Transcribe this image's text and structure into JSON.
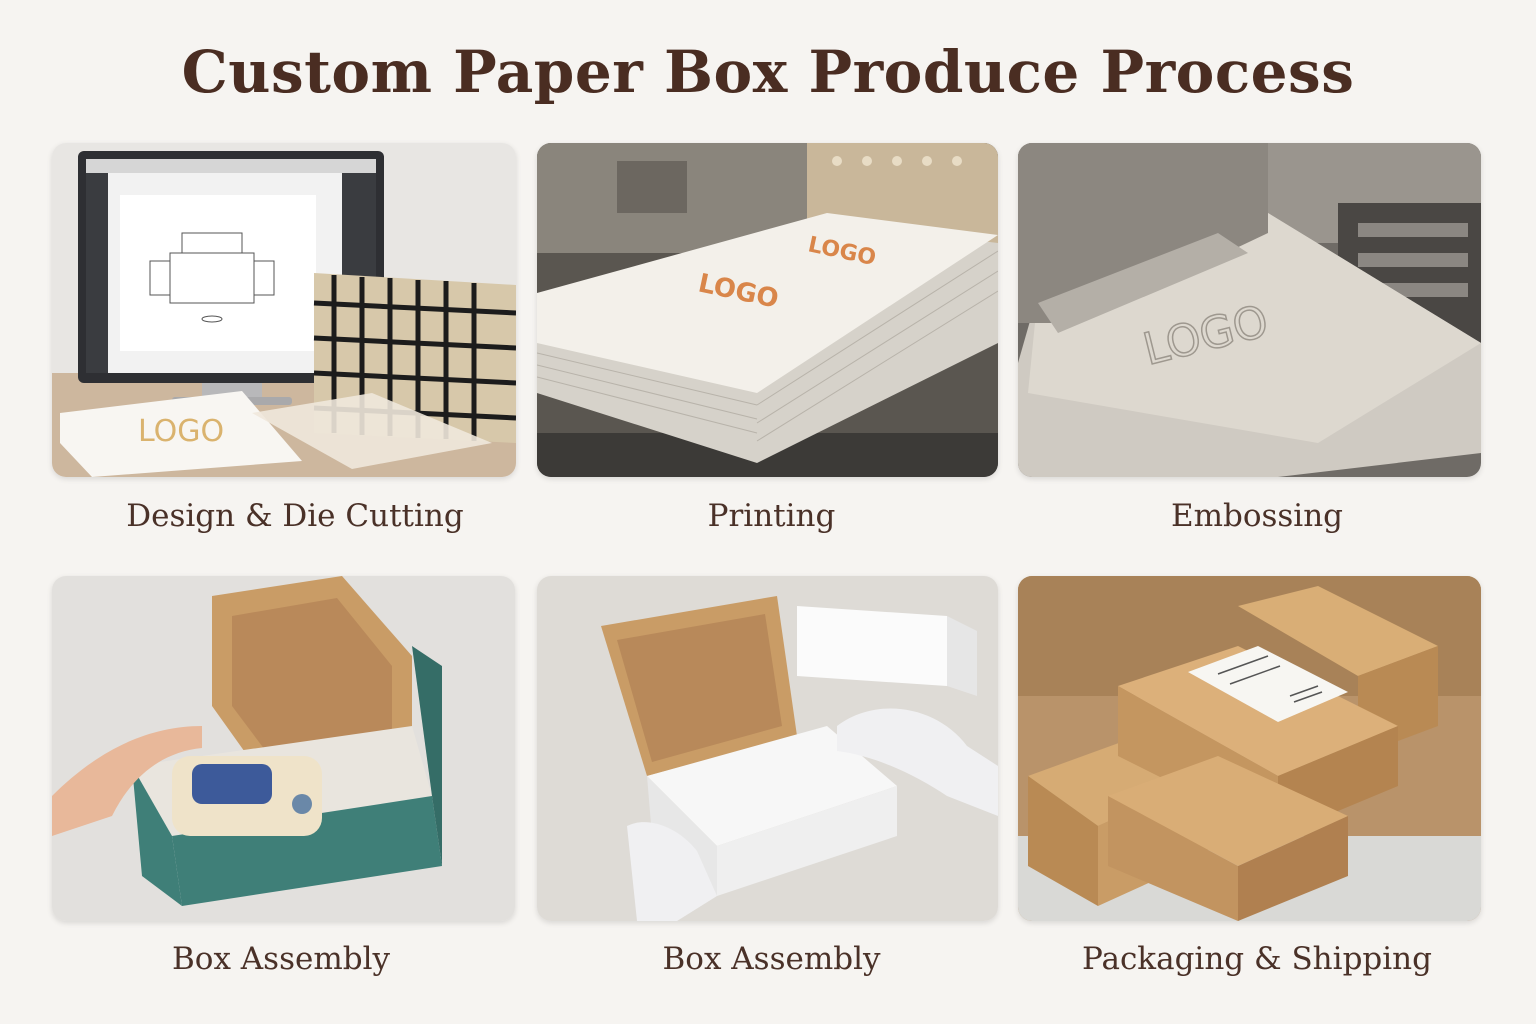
{
  "title": "Custom Paper Box Produce Process",
  "steps": [
    {
      "label": "Design & Die Cutting",
      "photo": "design-die-cutting-photo",
      "printed_text": "LOGO"
    },
    {
      "label": "Printing",
      "photo": "printing-photo",
      "printed_text": "LOGO"
    },
    {
      "label": "Embossing",
      "photo": "embossing-photo",
      "printed_text": "LOGO"
    },
    {
      "label": "Box Assembly",
      "photo": "box-assembly-teal-photo"
    },
    {
      "label": "Box Assembly",
      "photo": "box-assembly-white-photo"
    },
    {
      "label": "Packaging & Shipping",
      "photo": "packaging-shipping-photo"
    }
  ],
  "colors": {
    "background": "#f6f4f1",
    "title": "#4a2d22",
    "caption": "#4a3128",
    "kraft": "#c99c66",
    "teal": "#3f7f78",
    "logo_orange": "#d9864a"
  }
}
